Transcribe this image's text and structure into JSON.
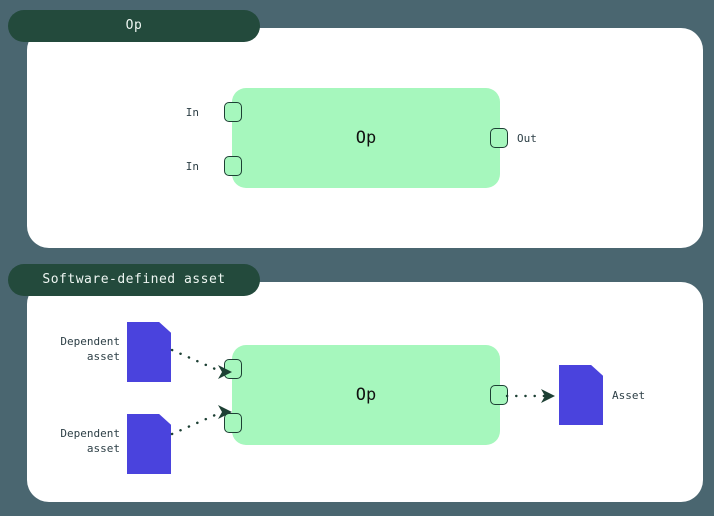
{
  "theme": {
    "background": "#4a6670",
    "panel": "#ffffff",
    "tab": "#234a3c",
    "tab_text": "#eef6f2",
    "op_box": "#a6f7bd",
    "port_border": "#1d4034",
    "asset": "#4a43dd",
    "text": "#2d3f46",
    "connector": "#1d4034"
  },
  "panels": [
    {
      "tab_label": "Op",
      "op": {
        "label": "Op",
        "inputs": [
          {
            "label": "In",
            "port_name": "port-in-1"
          },
          {
            "label": "In",
            "port_name": "port-in-2"
          }
        ],
        "outputs": [
          {
            "label": "Out",
            "port_name": "port-out-1"
          }
        ]
      }
    },
    {
      "tab_label": "Software-defined asset",
      "op": {
        "label": "Op",
        "inputs": [
          {
            "label": "",
            "port_name": "port-in-3"
          },
          {
            "label": "",
            "port_name": "port-in-4"
          }
        ],
        "outputs": [
          {
            "label": "",
            "port_name": "port-out-2"
          }
        ]
      },
      "assets": [
        {
          "label": "Dependent\nasset",
          "icon": "document-icon",
          "role": "input"
        },
        {
          "label": "Dependent\nasset",
          "icon": "document-icon",
          "role": "input"
        },
        {
          "label": "Asset",
          "icon": "document-icon",
          "role": "output"
        }
      ]
    }
  ]
}
